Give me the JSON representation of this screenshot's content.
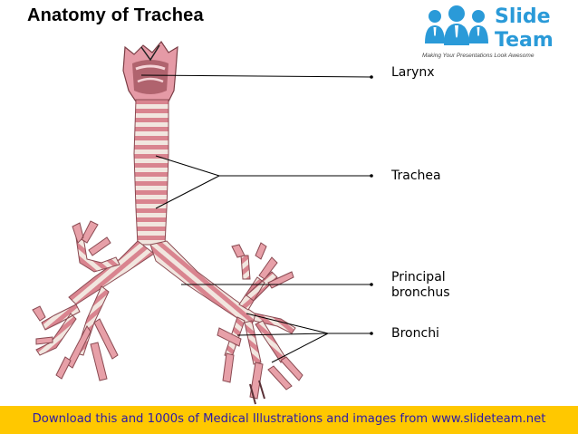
{
  "title": "Anatomy of Trachea",
  "logo": {
    "word1": "Slide",
    "word2": "Team",
    "tagline": "Making Your Presentations Look Awesome",
    "icon": "people-icon"
  },
  "labels": {
    "larynx": "Larynx",
    "trachea": "Trachea",
    "principal_bronchus_line1": "Principal",
    "principal_bronchus_line2": "bronchus",
    "bronchi": "Bronchi"
  },
  "banner": {
    "text": "Download this and 1000s of Medical Illustrations and images from www.slideteam.net"
  },
  "colors": {
    "tissue_pink": "#e7a0a8",
    "ring_dark": "#c9707c",
    "ring_light": "#f3ece4",
    "logo_blue": "#2a9ad8",
    "banner_yellow": "#ffc800",
    "banner_text": "#2b1aa8"
  }
}
